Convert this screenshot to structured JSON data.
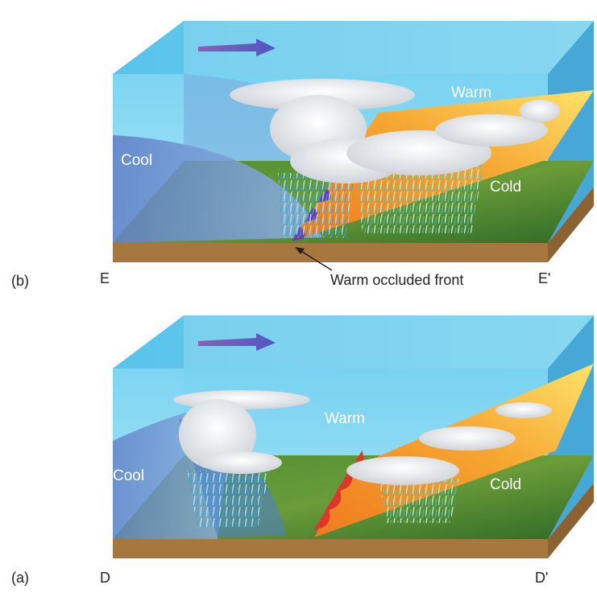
{
  "panel_b": {
    "tag": "(b)",
    "label_cool": "Cool",
    "label_warm": "Warm",
    "label_cold": "Cold",
    "left_end": "E",
    "right_end": "E'",
    "annotation": "Warm occluded front"
  },
  "panel_a": {
    "tag": "(a)",
    "label_cool": "Cool",
    "label_warm": "Warm",
    "label_cold": "Cold",
    "left_end": "D",
    "right_end": "D'"
  },
  "colors": {
    "sky": "#5cc8ea",
    "cool_air": "#6a86c8",
    "warm_front": "#f7b733",
    "cold_air_plane": "#f08a24",
    "ground": "#3f7d2c",
    "soil": "#a6773f",
    "cloud": "#f2f2f2",
    "rain": "#5fb0e0"
  }
}
